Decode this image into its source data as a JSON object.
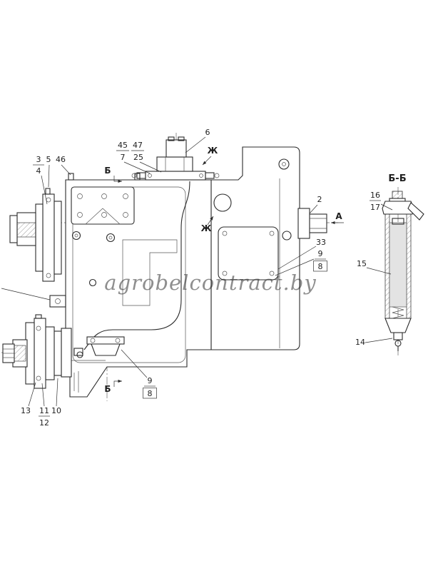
{
  "drawing": {
    "line_color": "#2b2b2b"
  },
  "watermark": {
    "text": "agrobelcontract.by",
    "color": "#7d8c7d"
  },
  "main_view": {
    "view_labels": {
      "a": "А",
      "b_top": "Б",
      "b_bottom": "Б",
      "zh_top": "Ж",
      "zh_mid": "Ж"
    },
    "callouts": {
      "c3": "3",
      "c4": "4",
      "c5": "5",
      "c46": "46",
      "c45": "45",
      "c7": "7",
      "c47": "47",
      "c25": "25",
      "c6": "6",
      "c2": "2",
      "c33": "33",
      "c9_right": "9",
      "c8_right": "8",
      "c9_bottom": "9",
      "c8_bottom": "8",
      "c13": "13",
      "c11": "11",
      "c12": "12",
      "c10": "10"
    }
  },
  "section_view": {
    "title": "Б-Б",
    "callouts": {
      "c16": "16",
      "c17": "17",
      "c15": "15",
      "c14": "14"
    }
  }
}
